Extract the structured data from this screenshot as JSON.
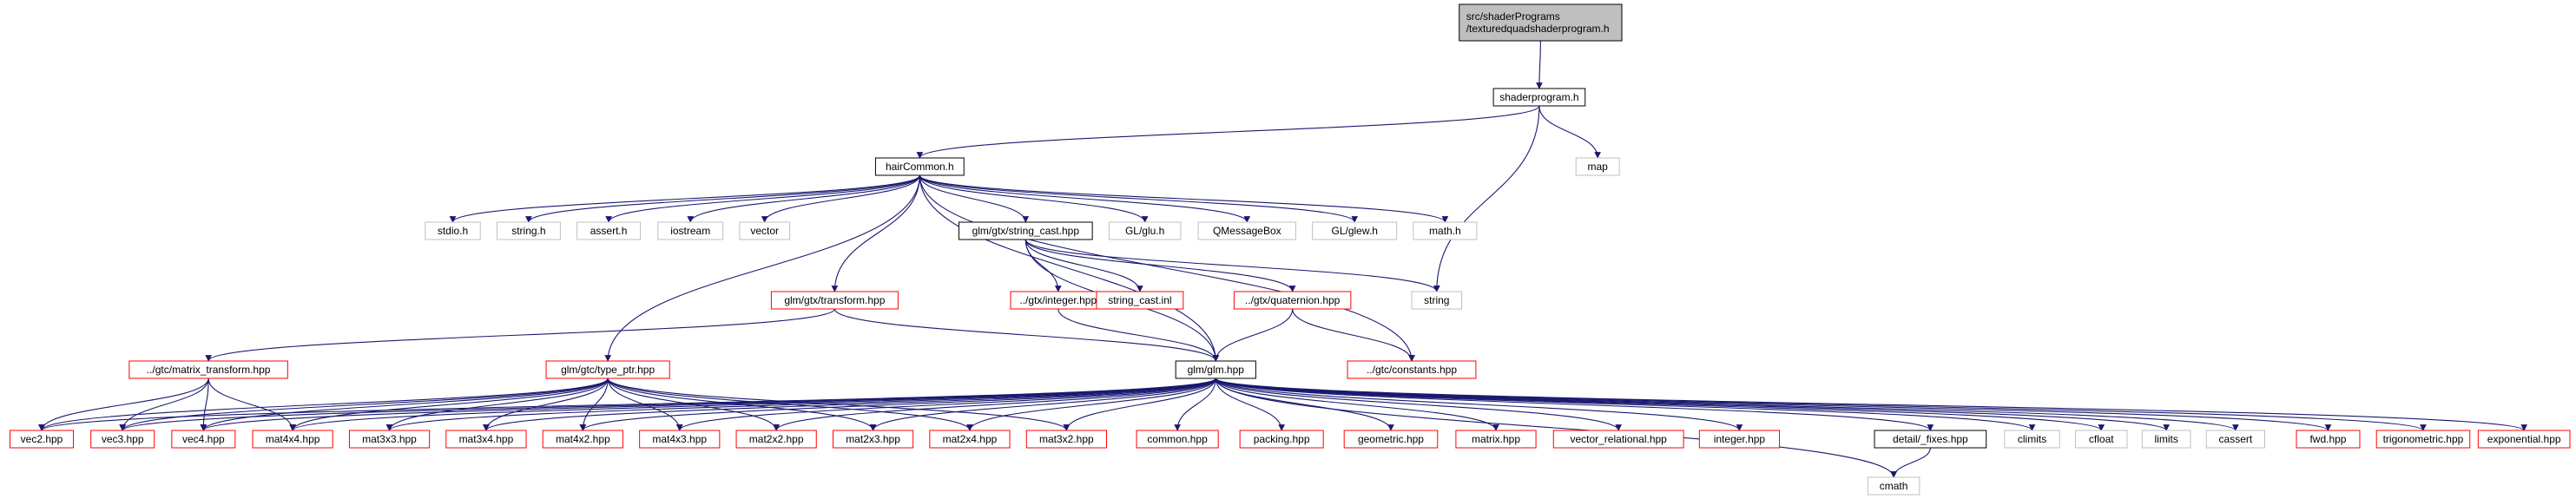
{
  "colors": {
    "root_fill": "#bfbfbf",
    "fill": "#ffffff",
    "black": "#000000",
    "red": "#ff0000",
    "gray": "#bfbfbf",
    "edge": "#191970"
  },
  "nodes": {
    "root": {
      "lines": [
        "src/shaderPrograms",
        "/texturedquadshaderprogram.h"
      ],
      "style": "root"
    },
    "shaderprogram": {
      "lines": [
        "shaderprogram.h"
      ],
      "style": "black"
    },
    "hairCommon": {
      "lines": [
        "hairCommon.h"
      ],
      "style": "black"
    },
    "map": {
      "lines": [
        "map"
      ],
      "style": "gray"
    },
    "stdio": {
      "lines": [
        "stdio.h"
      ],
      "style": "gray"
    },
    "stringh": {
      "lines": [
        "string.h"
      ],
      "style": "gray"
    },
    "asserth": {
      "lines": [
        "assert.h"
      ],
      "style": "gray"
    },
    "iostream": {
      "lines": [
        "iostream"
      ],
      "style": "gray"
    },
    "vector": {
      "lines": [
        "vector"
      ],
      "style": "gray"
    },
    "string_cast_hpp": {
      "lines": [
        "glm/gtx/string_cast.hpp"
      ],
      "style": "black"
    },
    "glu": {
      "lines": [
        "GL/glu.h"
      ],
      "style": "gray"
    },
    "qmessagebox": {
      "lines": [
        "QMessageBox"
      ],
      "style": "gray"
    },
    "glew": {
      "lines": [
        "GL/glew.h"
      ],
      "style": "gray"
    },
    "mathh": {
      "lines": [
        "math.h"
      ],
      "style": "gray"
    },
    "gtx_integer": {
      "lines": [
        "../gtx/integer.hpp"
      ],
      "style": "red"
    },
    "string_cast_inl": {
      "lines": [
        "string_cast.inl"
      ],
      "style": "red"
    },
    "gtx_quaternion": {
      "lines": [
        "../gtx/quaternion.hpp"
      ],
      "style": "red"
    },
    "string": {
      "lines": [
        "string"
      ],
      "style": "gray"
    },
    "gtx_transform": {
      "lines": [
        "glm/gtx/transform.hpp"
      ],
      "style": "red"
    },
    "gtc_constants": {
      "lines": [
        "../gtc/constants.hpp"
      ],
      "style": "red"
    },
    "gtc_matrix_transform": {
      "lines": [
        "../gtc/matrix_transform.hpp"
      ],
      "style": "red"
    },
    "gtc_type_ptr": {
      "lines": [
        "glm/gtc/type_ptr.hpp"
      ],
      "style": "red"
    },
    "glm": {
      "lines": [
        "glm/glm.hpp"
      ],
      "style": "black"
    },
    "vec2": {
      "lines": [
        "vec2.hpp"
      ],
      "style": "red"
    },
    "vec3": {
      "lines": [
        "vec3.hpp"
      ],
      "style": "red"
    },
    "vec4": {
      "lines": [
        "vec4.hpp"
      ],
      "style": "red"
    },
    "mat4x4": {
      "lines": [
        "mat4x4.hpp"
      ],
      "style": "red"
    },
    "mat3x3": {
      "lines": [
        "mat3x3.hpp"
      ],
      "style": "red"
    },
    "mat3x4": {
      "lines": [
        "mat3x4.hpp"
      ],
      "style": "red"
    },
    "mat4x2": {
      "lines": [
        "mat4x2.hpp"
      ],
      "style": "red"
    },
    "mat4x3": {
      "lines": [
        "mat4x3.hpp"
      ],
      "style": "red"
    },
    "mat2x2": {
      "lines": [
        "mat2x2.hpp"
      ],
      "style": "red"
    },
    "mat2x3": {
      "lines": [
        "mat2x3.hpp"
      ],
      "style": "red"
    },
    "mat2x4": {
      "lines": [
        "mat2x4.hpp"
      ],
      "style": "red"
    },
    "mat3x2": {
      "lines": [
        "mat3x2.hpp"
      ],
      "style": "red"
    },
    "common": {
      "lines": [
        "common.hpp"
      ],
      "style": "red"
    },
    "packing": {
      "lines": [
        "packing.hpp"
      ],
      "style": "red"
    },
    "geometric": {
      "lines": [
        "geometric.hpp"
      ],
      "style": "red"
    },
    "matrix": {
      "lines": [
        "matrix.hpp"
      ],
      "style": "red"
    },
    "vector_relational": {
      "lines": [
        "vector_relational.hpp"
      ],
      "style": "red"
    },
    "integer": {
      "lines": [
        "integer.hpp"
      ],
      "style": "red"
    },
    "fixes": {
      "lines": [
        "detail/_fixes.hpp"
      ],
      "style": "black"
    },
    "climits": {
      "lines": [
        "climits"
      ],
      "style": "gray"
    },
    "cfloat": {
      "lines": [
        "cfloat"
      ],
      "style": "gray"
    },
    "limits": {
      "lines": [
        "limits"
      ],
      "style": "gray"
    },
    "cassert": {
      "lines": [
        "cassert"
      ],
      "style": "gray"
    },
    "fwd": {
      "lines": [
        "fwd.hpp"
      ],
      "style": "red"
    },
    "trigonometric": {
      "lines": [
        "trigonometric.hpp"
      ],
      "style": "red"
    },
    "exponential": {
      "lines": [
        "exponential.hpp"
      ],
      "style": "red"
    },
    "cmath": {
      "lines": [
        "cmath"
      ],
      "style": "gray"
    }
  },
  "edges": [
    [
      "root",
      "shaderprogram"
    ],
    [
      "shaderprogram",
      "hairCommon"
    ],
    [
      "shaderprogram",
      "map"
    ],
    [
      "shaderprogram",
      "string"
    ],
    [
      "hairCommon",
      "stdio"
    ],
    [
      "hairCommon",
      "stringh"
    ],
    [
      "hairCommon",
      "asserth"
    ],
    [
      "hairCommon",
      "iostream"
    ],
    [
      "hairCommon",
      "vector"
    ],
    [
      "hairCommon",
      "string_cast_hpp"
    ],
    [
      "hairCommon",
      "glu"
    ],
    [
      "hairCommon",
      "qmessagebox"
    ],
    [
      "hairCommon",
      "glew"
    ],
    [
      "hairCommon",
      "mathh"
    ],
    [
      "hairCommon",
      "gtx_transform"
    ],
    [
      "hairCommon",
      "gtc_type_ptr"
    ],
    [
      "hairCommon",
      "glm"
    ],
    [
      "hairCommon",
      "gtc_constants"
    ],
    [
      "string_cast_hpp",
      "gtx_integer"
    ],
    [
      "string_cast_hpp",
      "string_cast_inl"
    ],
    [
      "string_cast_hpp",
      "gtx_quaternion"
    ],
    [
      "string_cast_hpp",
      "string"
    ],
    [
      "string_cast_hpp",
      "glm"
    ],
    [
      "gtx_integer",
      "glm"
    ],
    [
      "gtx_quaternion",
      "glm"
    ],
    [
      "gtx_quaternion",
      "gtc_constants"
    ],
    [
      "gtx_transform",
      "gtc_matrix_transform"
    ],
    [
      "gtx_transform",
      "glm"
    ],
    [
      "gtc_matrix_transform",
      "vec2"
    ],
    [
      "gtc_matrix_transform",
      "vec3"
    ],
    [
      "gtc_matrix_transform",
      "vec4"
    ],
    [
      "gtc_matrix_transform",
      "mat4x4"
    ],
    [
      "gtc_type_ptr",
      "vec2"
    ],
    [
      "gtc_type_ptr",
      "vec3"
    ],
    [
      "gtc_type_ptr",
      "vec4"
    ],
    [
      "gtc_type_ptr",
      "mat4x4"
    ],
    [
      "gtc_type_ptr",
      "mat3x3"
    ],
    [
      "gtc_type_ptr",
      "mat3x4"
    ],
    [
      "gtc_type_ptr",
      "mat4x2"
    ],
    [
      "gtc_type_ptr",
      "mat4x3"
    ],
    [
      "gtc_type_ptr",
      "mat2x2"
    ],
    [
      "gtc_type_ptr",
      "mat2x3"
    ],
    [
      "gtc_type_ptr",
      "mat2x4"
    ],
    [
      "gtc_type_ptr",
      "mat3x2"
    ],
    [
      "glm",
      "vec2"
    ],
    [
      "glm",
      "vec3"
    ],
    [
      "glm",
      "vec4"
    ],
    [
      "glm",
      "mat4x4"
    ],
    [
      "glm",
      "mat3x3"
    ],
    [
      "glm",
      "mat3x4"
    ],
    [
      "glm",
      "mat4x2"
    ],
    [
      "glm",
      "mat4x3"
    ],
    [
      "glm",
      "mat2x2"
    ],
    [
      "glm",
      "mat2x3"
    ],
    [
      "glm",
      "mat2x4"
    ],
    [
      "glm",
      "mat3x2"
    ],
    [
      "glm",
      "common"
    ],
    [
      "glm",
      "packing"
    ],
    [
      "glm",
      "geometric"
    ],
    [
      "glm",
      "matrix"
    ],
    [
      "glm",
      "vector_relational"
    ],
    [
      "glm",
      "integer"
    ],
    [
      "glm",
      "fixes"
    ],
    [
      "glm",
      "climits"
    ],
    [
      "glm",
      "cfloat"
    ],
    [
      "glm",
      "limits"
    ],
    [
      "glm",
      "cassert"
    ],
    [
      "glm",
      "fwd"
    ],
    [
      "glm",
      "trigonometric"
    ],
    [
      "glm",
      "exponential"
    ],
    [
      "glm",
      "cmath"
    ],
    [
      "fixes",
      "cmath"
    ]
  ]
}
